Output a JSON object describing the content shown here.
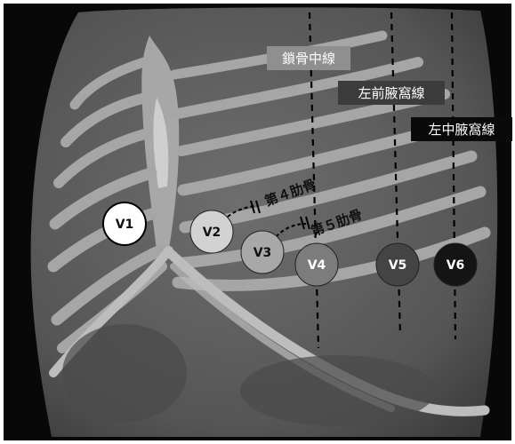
{
  "lines": {
    "midclavicular": "鎖骨中線",
    "anterior_axillary": "左前腋窩線",
    "mid_axillary": "左中腋窩線"
  },
  "ribs": {
    "fourth": "第４肋骨",
    "fifth": "第５肋骨"
  },
  "electrodes": [
    "V1",
    "V2",
    "V3",
    "V4",
    "V5",
    "V6"
  ],
  "colors": {
    "V1": "#ffffff",
    "V2": "#d2d2d2",
    "V3": "#a8a8a8",
    "V4": "#7c7c7c",
    "V5": "#444444",
    "V6": "#141414"
  }
}
